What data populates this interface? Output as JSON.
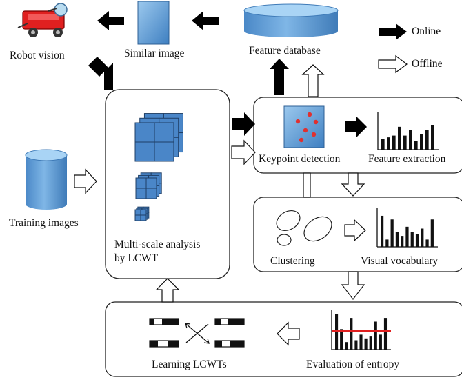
{
  "legend": {
    "online": "Online",
    "offline": "Offline"
  },
  "labels": {
    "robot_vision": "Robot vision",
    "similar_image": "Similar image",
    "feature_database": "Feature database",
    "training_images": "Training images",
    "multiscale_line1": "Multi-scale analysis",
    "multiscale_line2": "by LCWT",
    "keypoint_detection": "Keypoint detection",
    "feature_extraction": "Feature extraction",
    "clustering": "Clustering",
    "visual_vocabulary": "Visual vocabulary",
    "learning_lcwts": "Learning LCWTs",
    "evaluation_of_entropy": "Evaluation of entropy"
  },
  "colors": {
    "cylinder_top": "#a9d4f5",
    "cylinder_body": "#5b9bd5",
    "cube": "#4a86c8",
    "robot": "#e02020",
    "entropy_line": "#e02020",
    "keypoint_dot": "#e03030"
  }
}
